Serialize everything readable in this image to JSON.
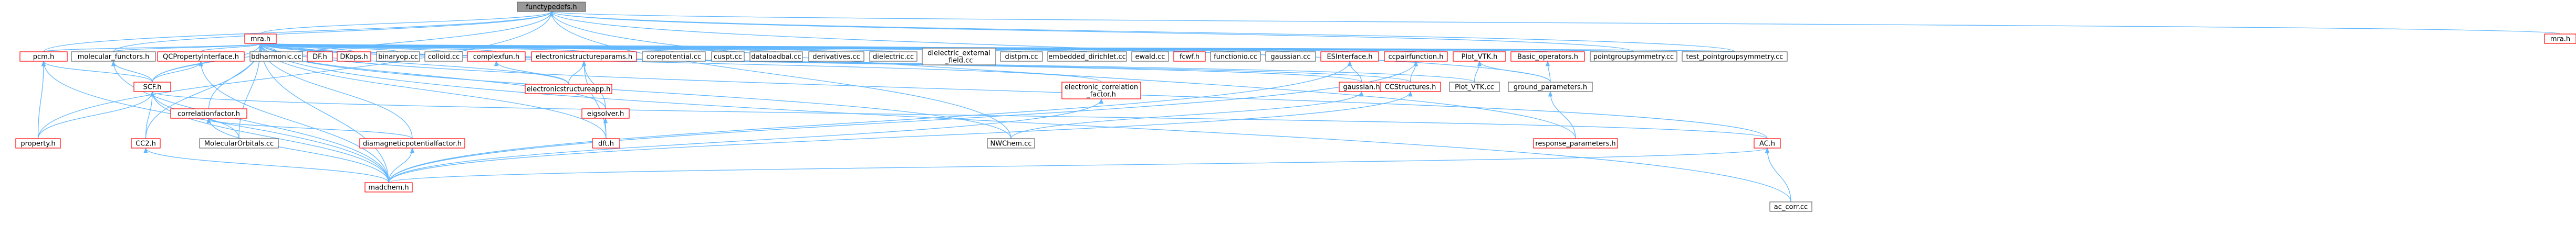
{
  "colors": {
    "edge": "#63b8ff",
    "node_fill": "#ffffff",
    "node_border_normal": "#666666",
    "node_border_truncated": "#ff0000",
    "root_fill": "#999999",
    "root_border": "#666666",
    "text": "#000000"
  },
  "nodes": [
    {
      "id": "functypedefs",
      "label": "functypedefs.h",
      "style": "root"
    },
    {
      "id": "mra",
      "label": "mra.h",
      "style": "truncated"
    },
    {
      "id": "mra2",
      "label": "mra.h",
      "style": "truncated"
    },
    {
      "id": "pcm",
      "label": "pcm.h",
      "style": "truncated"
    },
    {
      "id": "molfunctors",
      "label": "molecular_functors.h",
      "style": "normal"
    },
    {
      "id": "qcprop",
      "label": "QCPropertyInterface.h",
      "style": "truncated"
    },
    {
      "id": "bdharmonic",
      "label": "bdharmonic.cc",
      "style": "normal"
    },
    {
      "id": "dfh",
      "label": "DF.h",
      "style": "truncated"
    },
    {
      "id": "dkops",
      "label": "DKops.h",
      "style": "truncated"
    },
    {
      "id": "binaryop",
      "label": "binaryop.cc",
      "style": "normal"
    },
    {
      "id": "colloid",
      "label": "colloid.cc",
      "style": "normal"
    },
    {
      "id": "complexfun",
      "label": "complexfun.h",
      "style": "truncated"
    },
    {
      "id": "esparams",
      "label": "electronicstructureparams.h",
      "style": "truncated"
    },
    {
      "id": "corepot",
      "label": "corepotential.cc",
      "style": "normal"
    },
    {
      "id": "cuspt",
      "label": "cuspt.cc",
      "style": "normal"
    },
    {
      "id": "dataloadbal",
      "label": "dataloadbal.cc",
      "style": "normal"
    },
    {
      "id": "derivatives",
      "label": "derivatives.cc",
      "style": "normal"
    },
    {
      "id": "dielectric",
      "label": "dielectric.cc",
      "style": "normal"
    },
    {
      "id": "dielext",
      "label": "dielectric_external\n_field.cc",
      "style": "normal"
    },
    {
      "id": "distpm",
      "label": "distpm.cc",
      "style": "normal"
    },
    {
      "id": "embdir",
      "label": "embedded_dirichlet.cc",
      "style": "normal"
    },
    {
      "id": "ewald",
      "label": "ewald.cc",
      "style": "normal"
    },
    {
      "id": "fcwf",
      "label": "fcwf.h",
      "style": "truncated"
    },
    {
      "id": "functionio",
      "label": "functionio.cc",
      "style": "normal"
    },
    {
      "id": "gaussiancc",
      "label": "gaussian.cc",
      "style": "normal"
    },
    {
      "id": "esinterface",
      "label": "ESInterface.h",
      "style": "truncated"
    },
    {
      "id": "ccpair",
      "label": "ccpairfunction.h",
      "style": "truncated"
    },
    {
      "id": "plotvtkh",
      "label": "Plot_VTK.h",
      "style": "truncated"
    },
    {
      "id": "basicops",
      "label": "Basic_operators.h",
      "style": "truncated"
    },
    {
      "id": "pgsym1",
      "label": "pointgroupsymmetry.cc",
      "style": "normal"
    },
    {
      "id": "testpgsym",
      "label": "test_pointgroupsymmetry.cc",
      "style": "normal"
    },
    {
      "id": "scfh",
      "label": "SCF.h",
      "style": "truncated"
    },
    {
      "id": "escorr",
      "label": "electronic_correlation\n_factor.h",
      "style": "truncated"
    },
    {
      "id": "gaussianh",
      "label": "gaussian.h",
      "style": "truncated"
    },
    {
      "id": "ccstruct",
      "label": "CCStructures.h",
      "style": "truncated"
    },
    {
      "id": "plotvtkcc",
      "label": "Plot_VTK.cc",
      "style": "normal"
    },
    {
      "id": "groundparams",
      "label": "ground_parameters.h",
      "style": "normal"
    },
    {
      "id": "esapp",
      "label": "electronicstructureapp.h",
      "style": "truncated"
    },
    {
      "id": "corrfactor",
      "label": "correlationfactor.h",
      "style": "truncated"
    },
    {
      "id": "eigsolver",
      "label": "eigsolver.h",
      "style": "truncated"
    },
    {
      "id": "property",
      "label": "property.h",
      "style": "truncated"
    },
    {
      "id": "cc2",
      "label": "CC2.h",
      "style": "truncated"
    },
    {
      "id": "molorb",
      "label": "MolecularOrbitals.cc",
      "style": "normal"
    },
    {
      "id": "diamag",
      "label": "diamagneticpotentialfactor.h",
      "style": "truncated"
    },
    {
      "id": "dfth",
      "label": "dft.h",
      "style": "truncated"
    },
    {
      "id": "nwchem",
      "label": "NWChem.cc",
      "style": "normal"
    },
    {
      "id": "respparams",
      "label": "response_parameters.h",
      "style": "truncated"
    },
    {
      "id": "ach",
      "label": "AC.h",
      "style": "truncated"
    },
    {
      "id": "madchem",
      "label": "madchem.h",
      "style": "truncated"
    },
    {
      "id": "accorr",
      "label": "ac_corr.cc",
      "style": "normal"
    }
  ],
  "edges": [
    [
      "mra",
      "functypedefs"
    ],
    [
      "mra2",
      "functypedefs"
    ],
    [
      "pcm",
      "functypedefs"
    ],
    [
      "molfunctors",
      "functypedefs"
    ],
    [
      "property",
      "functypedefs"
    ],
    [
      "scfh",
      "functypedefs"
    ],
    [
      "pgsym1",
      "functypedefs"
    ],
    [
      "testpgsym",
      "functypedefs"
    ],
    [
      "groundparams",
      "functypedefs"
    ],
    [
      "respparams",
      "functypedefs"
    ],
    [
      "nwchem",
      "functypedefs"
    ],
    [
      "qcprop",
      "mra"
    ],
    [
      "bdharmonic",
      "mra"
    ],
    [
      "dfh",
      "mra"
    ],
    [
      "dkops",
      "mra"
    ],
    [
      "binaryop",
      "mra"
    ],
    [
      "colloid",
      "mra"
    ],
    [
      "complexfun",
      "mra"
    ],
    [
      "esparams",
      "mra"
    ],
    [
      "corepot",
      "mra"
    ],
    [
      "cuspt",
      "mra"
    ],
    [
      "dataloadbal",
      "mra"
    ],
    [
      "derivatives",
      "mra"
    ],
    [
      "dielectric",
      "mra"
    ],
    [
      "dielext",
      "mra"
    ],
    [
      "distpm",
      "mra"
    ],
    [
      "embdir",
      "mra"
    ],
    [
      "ewald",
      "mra"
    ],
    [
      "fcwf",
      "mra"
    ],
    [
      "functionio",
      "mra"
    ],
    [
      "gaussiancc",
      "mra"
    ],
    [
      "esinterface",
      "mra"
    ],
    [
      "ccpair",
      "mra"
    ],
    [
      "plotvtkh",
      "mra"
    ],
    [
      "basicops",
      "mra"
    ],
    [
      "pgsym1",
      "mra"
    ],
    [
      "testpgsym",
      "mra"
    ],
    [
      "pcm",
      "mra"
    ],
    [
      "molfunctors",
      "mra"
    ],
    [
      "scfh",
      "mra"
    ],
    [
      "cc2",
      "mra"
    ],
    [
      "molorb",
      "mra"
    ],
    [
      "corrfactor",
      "mra"
    ],
    [
      "diamag",
      "mra"
    ],
    [
      "esapp",
      "mra"
    ],
    [
      "eigsolver",
      "mra"
    ],
    [
      "dfth",
      "mra"
    ],
    [
      "nwchem",
      "mra"
    ],
    [
      "escorr",
      "mra"
    ],
    [
      "gaussianh",
      "mra"
    ],
    [
      "ccstruct",
      "mra"
    ],
    [
      "ach",
      "mra"
    ],
    [
      "accorr",
      "mra"
    ],
    [
      "madchem",
      "mra"
    ],
    [
      "plotvtkcc",
      "mra"
    ],
    [
      "scfh",
      "pcm"
    ],
    [
      "property",
      "pcm"
    ],
    [
      "scfh",
      "molfunctors"
    ],
    [
      "madchem",
      "molfunctors"
    ],
    [
      "scfh",
      "qcprop"
    ],
    [
      "madchem",
      "qcprop"
    ],
    [
      "property",
      "scfh"
    ],
    [
      "cc2",
      "scfh"
    ],
    [
      "molorb",
      "scfh"
    ],
    [
      "madchem",
      "scfh"
    ],
    [
      "ach",
      "scfh"
    ],
    [
      "esapp",
      "complexfun"
    ],
    [
      "esapp",
      "esparams"
    ],
    [
      "eigsolver",
      "esparams"
    ],
    [
      "dfth",
      "esparams"
    ],
    [
      "dfth",
      "eigsolver"
    ],
    [
      "madchem",
      "escorr"
    ],
    [
      "gaussianh",
      "esinterface"
    ],
    [
      "nwchem",
      "gaussianh"
    ],
    [
      "madchem",
      "esinterface"
    ],
    [
      "ccstruct",
      "ccpair"
    ],
    [
      "madchem",
      "ccpair"
    ],
    [
      "madchem",
      "ccstruct"
    ],
    [
      "plotvtkcc",
      "plotvtkh"
    ],
    [
      "groundparams",
      "plotvtkh"
    ],
    [
      "groundparams",
      "basicops"
    ],
    [
      "respparams",
      "groundparams"
    ],
    [
      "madchem",
      "cc2"
    ],
    [
      "madchem",
      "corrfactor"
    ],
    [
      "diamag",
      "corrfactor"
    ],
    [
      "madchem",
      "diamag"
    ],
    [
      "madchem",
      "ach"
    ],
    [
      "accorr",
      "ach"
    ],
    [
      "madchem",
      "pcm"
    ]
  ]
}
